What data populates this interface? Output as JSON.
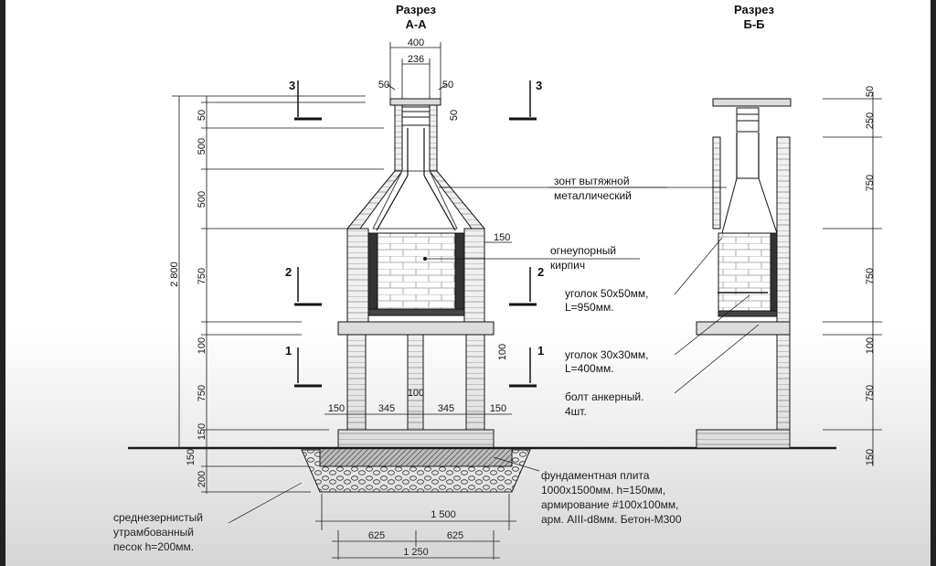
{
  "section_aa": {
    "title": "Разрез",
    "sub": "А-А"
  },
  "section_bb": {
    "title": "Разрез",
    "sub": "Б-Б"
  },
  "top_dims": {
    "outer": "400",
    "inner": "236",
    "left_margin": "50",
    "right_margin": "50",
    "right_margin2": "50"
  },
  "section_marks": {
    "m3": "3",
    "m2": "2",
    "m1": "1"
  },
  "left_dims": [
    "50",
    "500",
    "500",
    "750",
    "100",
    "750",
    "150",
    "150",
    "200"
  ],
  "total_height": "2 800",
  "right_dims": [
    "50",
    "250",
    "750",
    "750",
    "100",
    "750",
    "150"
  ],
  "inner_dims": {
    "wall_150": "150",
    "d100": "100",
    "d100b": "100"
  },
  "bottom_row": [
    "150",
    "345",
    "345",
    "150"
  ],
  "labels": {
    "hood": [
      "зонт вытяжной",
      "металлический"
    ],
    "brick": [
      "огнеупорный",
      "кирпич"
    ],
    "angle1": [
      "уголок 50х50мм,",
      "L=950мм."
    ],
    "angle2": [
      "уголок 30х30мм,",
      "L=400мм."
    ],
    "bolt": [
      "болт анкерный.",
      "4шт."
    ],
    "foundation": [
      "фундаментная плита",
      "1000х1500мм. h=150мм,",
      "армирование #100х100мм,",
      "арм. АIII-d8мм. Бетон-М300"
    ],
    "sand": [
      "среднезернистый",
      "утрамбованный",
      "песок h=200мм."
    ]
  },
  "base_dims": {
    "total": "1 500",
    "half_left": "625",
    "half_right": "625",
    "width": "1 250"
  }
}
